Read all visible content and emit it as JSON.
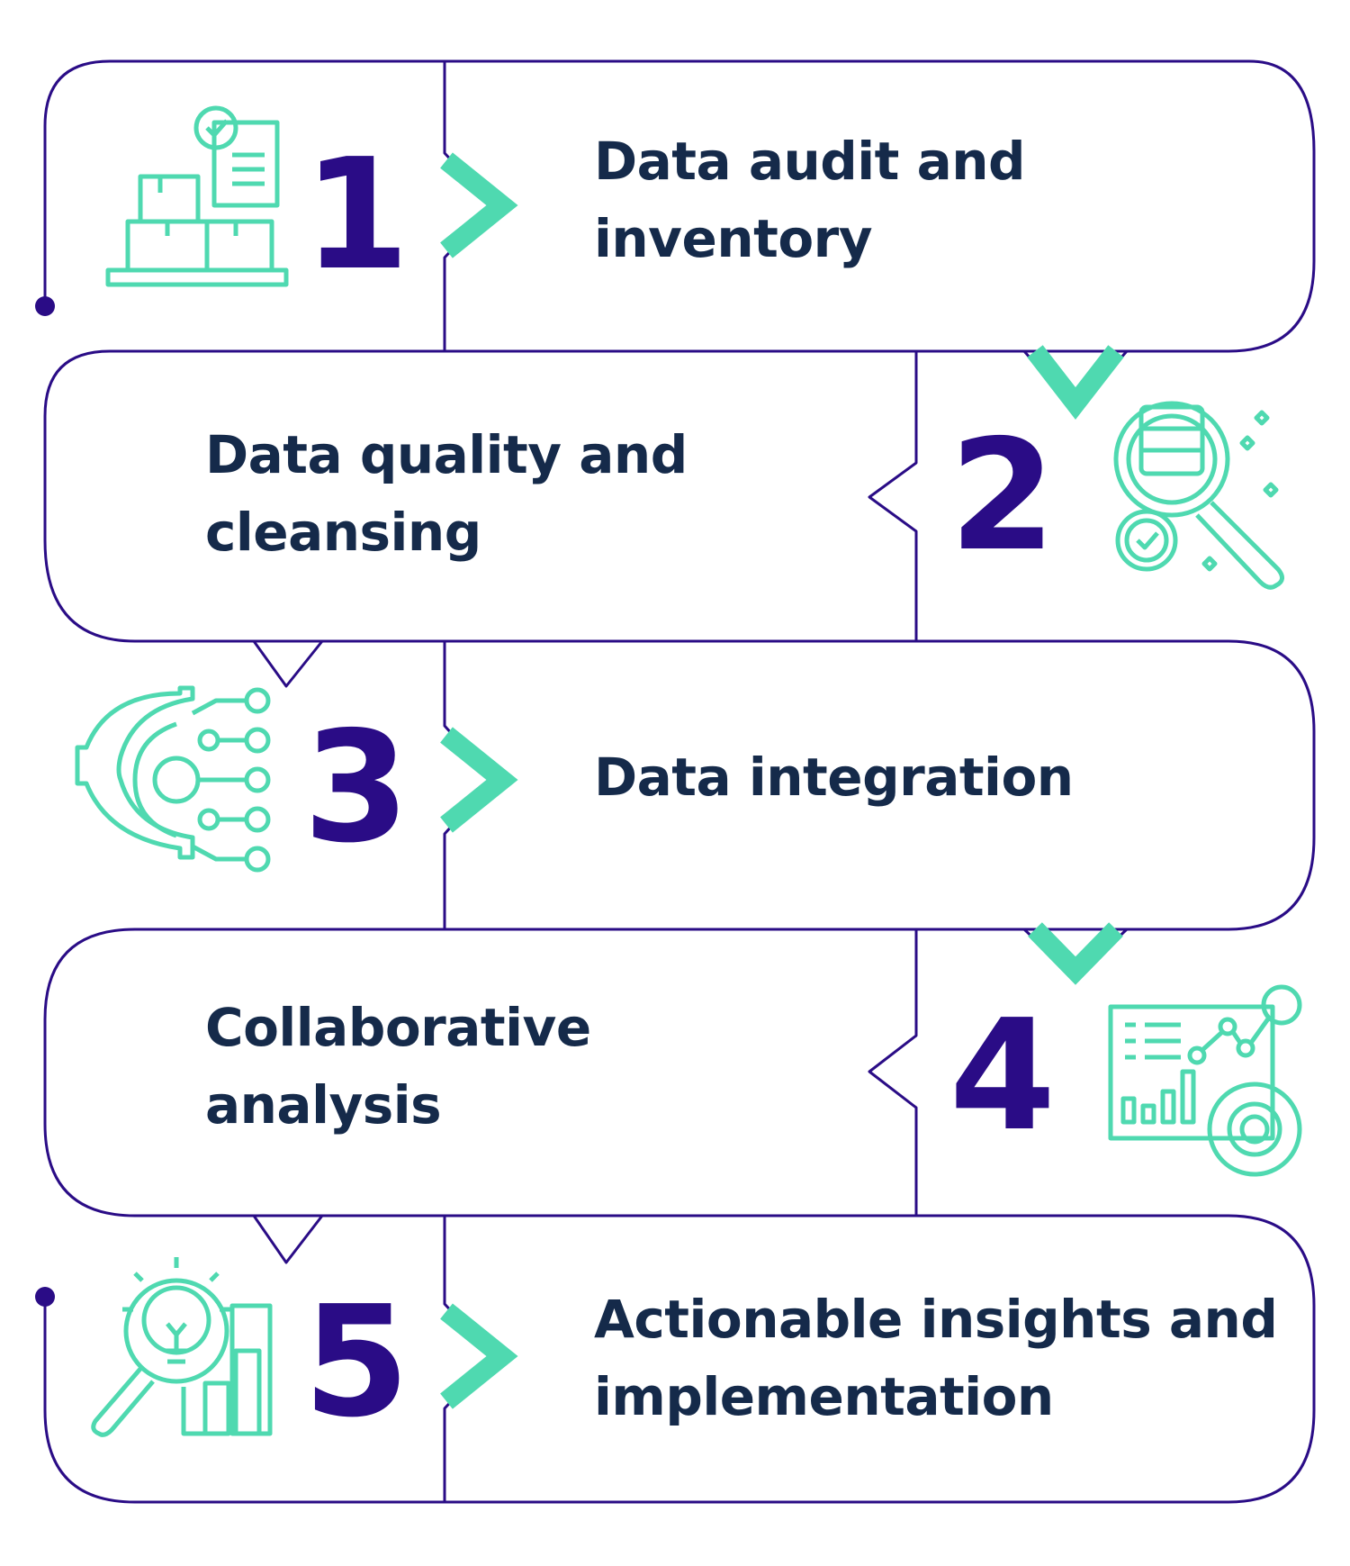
{
  "colors": {
    "outline": "#2a0c86",
    "accent": "#4fd9b0",
    "text": "#152a4a",
    "number": "#2a0c86"
  },
  "steps": [
    {
      "number": "1",
      "title": "Data audit and inventory",
      "icon": "warehouse-boxes-checklist-icon"
    },
    {
      "number": "2",
      "title": "Data quality and cleansing",
      "icon": "server-magnifier-gear-icon"
    },
    {
      "number": "3",
      "title": "Data integration",
      "icon": "gear-circuit-nodes-icon"
    },
    {
      "number": "4",
      "title": "Collaborative analysis",
      "icon": "dashboard-analytics-icon"
    },
    {
      "number": "5",
      "title": "Actionable insights and implementation",
      "icon": "lightbulb-magnifier-bars-icon"
    }
  ]
}
